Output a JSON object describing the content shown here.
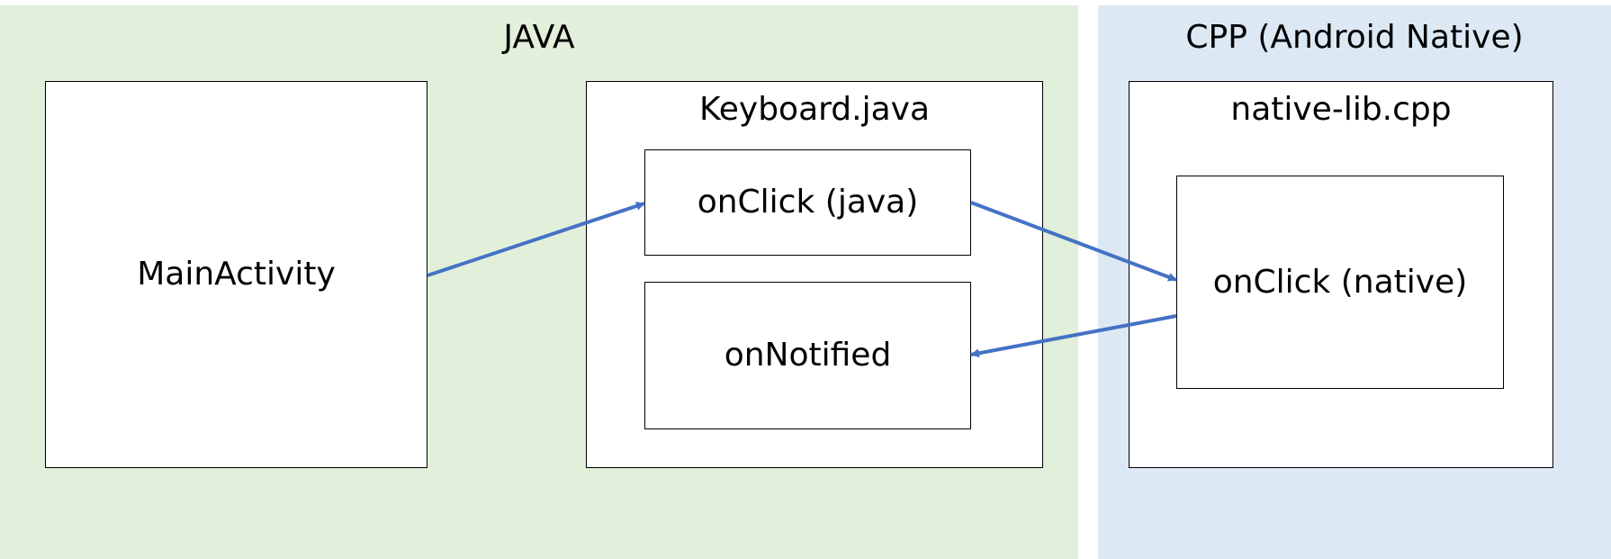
{
  "regions": {
    "java": {
      "title": "JAVA",
      "color": "#e2efda"
    },
    "cpp": {
      "title": "CPP (Android Native)",
      "color": "#dde8f5"
    }
  },
  "boxes": {
    "main_activity": "MainActivity",
    "keyboard": {
      "title": "Keyboard.java"
    },
    "onclick_java": "onClick (java)",
    "on_notified": "onNotified",
    "native_lib": {
      "title": "native-lib.cpp"
    },
    "onclick_native": "onClick (native)"
  },
  "arrow_color": "#4472c4",
  "connections": [
    {
      "from": "MainActivity",
      "to": "onClick (java)"
    },
    {
      "from": "onClick (java)",
      "to": "onClick (native)"
    },
    {
      "from": "onClick (native)",
      "to": "onNotified"
    }
  ]
}
